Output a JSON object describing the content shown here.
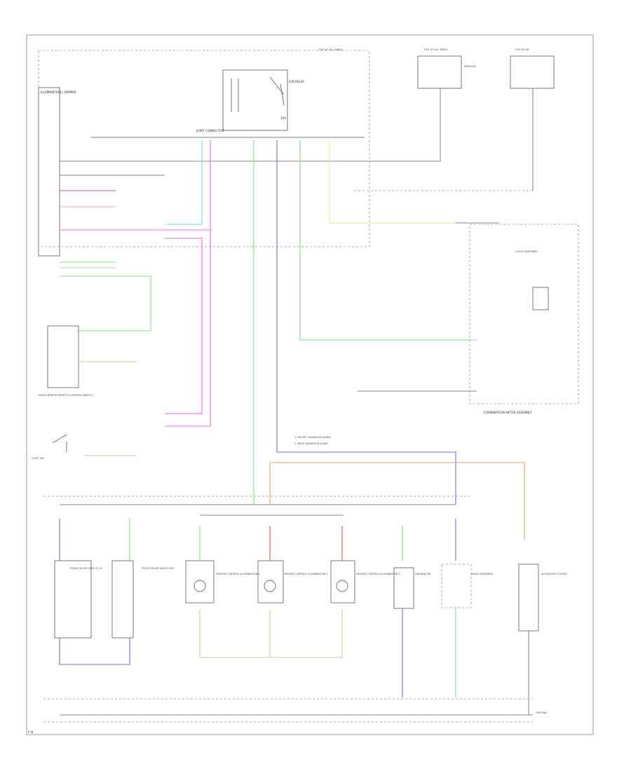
{
  "colors": {
    "black": "#8a8a8a",
    "yellow": "#eaea8a",
    "cyan": "#55e6f0",
    "pink": "#ee66ee",
    "magenta": "#e04ce0",
    "green": "#7ee07e",
    "blue": "#6a6af0",
    "orange": "#f0a050",
    "red": "#e05050",
    "tan": "#d8c890",
    "lightgreen": "#9be89b"
  },
  "labels": {
    "dimmer": "ILLUMINATION / DIMMER",
    "connector_a": "JOINT CONNECTOR",
    "ign_relay": "IGN RELAY",
    "fuse_10a": "10A",
    "hot_at_all_times_1": "HOT AT ALL TIMES",
    "hot_at_all_times_2": "HOT AT ALL TIMES",
    "hot_in_on": "HOT IN ON",
    "ipdm": "IPDM E/R",
    "combination_meter": "COMBINATION METER ASSEMBLY",
    "clock": "CLOCK ASSEMBLY",
    "light_sw": "LIGHT SW",
    "hazard_sw": "HAZARD SW",
    "heater_ctrl_1": "HEATER CONTROL ILLUMINATION 1",
    "heater_ctrl_2": "HEATER CONTROL ILLUMINATION 2",
    "heater_ctrl_3": "HEATER CONTROL ILLUMINATION 3",
    "audio": "AUDIO ASSEMBLY",
    "ground": "GROUND",
    "door_mirror": "DOOR MIRROR REMOTE CONTROL SWITCH",
    "front_door_l": "FRONT DOOR SWITCH LH",
    "front_door_r": "FRONT DOOR SWITCH RH",
    "accessory": "ACCESSORY SOCKET",
    "legend_1": "1: EXCEPT ADVANCED AUDIO",
    "legend_2": "2: WITH ADVANCED AUDIO",
    "footer": "F-8"
  }
}
